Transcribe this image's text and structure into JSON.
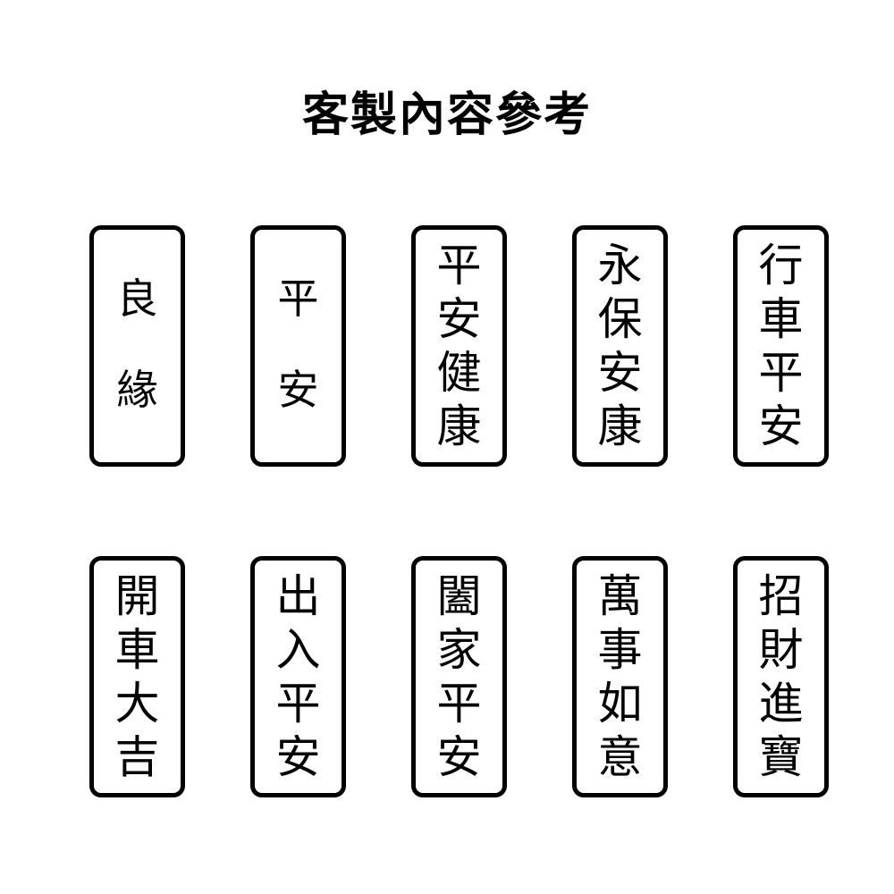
{
  "page": {
    "title": "客製內容參考",
    "background_color": "#ffffff",
    "text_color": "#000000",
    "border_color": "#000000"
  },
  "grid": {
    "columns": 5,
    "rows": 2,
    "rows_data": [
      {
        "cards": [
          {
            "text": "良緣",
            "chars": [
              "良",
              "緣"
            ],
            "char_count": 2
          },
          {
            "text": "平安",
            "chars": [
              "平",
              "安"
            ],
            "char_count": 2
          },
          {
            "text": "平安健康",
            "chars": [
              "平",
              "安",
              "健",
              "康"
            ],
            "char_count": 4
          },
          {
            "text": "永保安康",
            "chars": [
              "永",
              "保",
              "安",
              "康"
            ],
            "char_count": 4
          },
          {
            "text": "行車平安",
            "chars": [
              "行",
              "車",
              "平",
              "安"
            ],
            "char_count": 4
          }
        ]
      },
      {
        "cards": [
          {
            "text": "開車大吉",
            "chars": [
              "開",
              "車",
              "大",
              "吉"
            ],
            "char_count": 4
          },
          {
            "text": "出入平安",
            "chars": [
              "出",
              "入",
              "平",
              "安"
            ],
            "char_count": 4
          },
          {
            "text": "闔家平安",
            "chars": [
              "闔",
              "家",
              "平",
              "安"
            ],
            "char_count": 4
          },
          {
            "text": "萬事如意",
            "chars": [
              "萬",
              "事",
              "如",
              "意"
            ],
            "char_count": 4
          },
          {
            "text": "招財進寶",
            "chars": [
              "招",
              "財",
              "進",
              "寶"
            ],
            "char_count": 4
          }
        ]
      }
    ]
  }
}
